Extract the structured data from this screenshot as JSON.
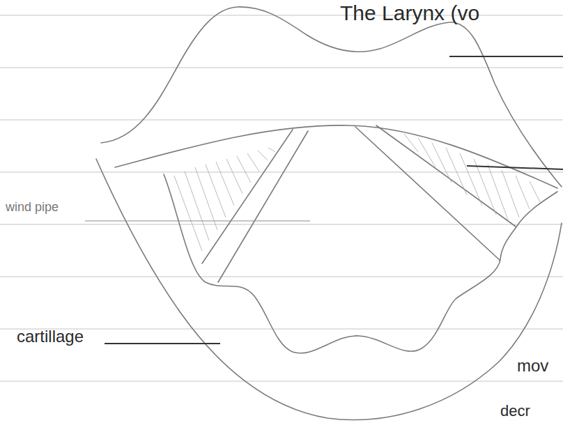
{
  "diagram": {
    "title": "The Larynx (vo",
    "labels": [
      "wind pipe",
      "cartillage",
      "mov",
      "decr"
    ]
  }
}
